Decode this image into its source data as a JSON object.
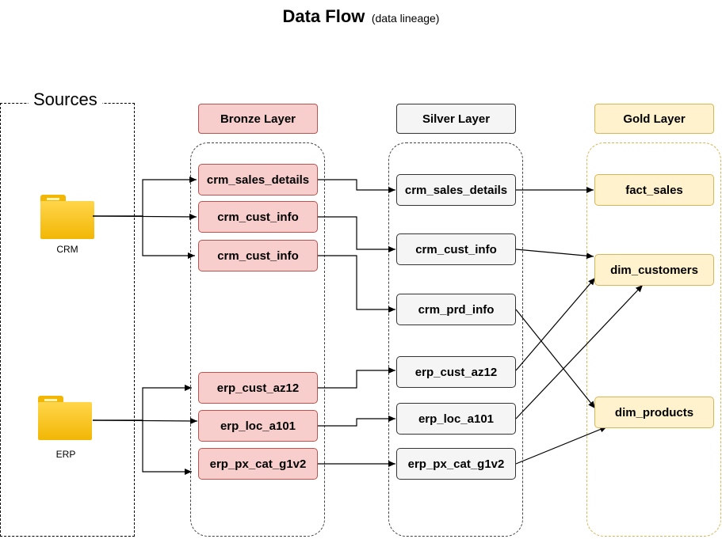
{
  "title": {
    "main": "Data Flow",
    "sub": "(data lineage)"
  },
  "sources": {
    "label": "Sources",
    "items": [
      {
        "name": "CRM",
        "icon": "folder-icon"
      },
      {
        "name": "ERP",
        "icon": "folder-icon"
      }
    ]
  },
  "layers": {
    "bronze": {
      "title": "Bronze Layer",
      "nodes": [
        "crm_sales_details",
        "crm_cust_info",
        "crm_cust_info",
        "erp_cust_az12",
        "erp_loc_a101",
        "erp_px_cat_g1v2"
      ]
    },
    "silver": {
      "title": "Silver Layer",
      "nodes": [
        "crm_sales_details",
        "crm_cust_info",
        "crm_prd_info",
        "erp_cust_az12",
        "erp_loc_a101",
        "erp_px_cat_g1v2"
      ]
    },
    "gold": {
      "title": "Gold Layer",
      "nodes": [
        "fact_sales",
        "dim_customers",
        "dim_products"
      ]
    }
  },
  "colors": {
    "bronze_fill": "#f8cecc",
    "bronze_border": "#b85450",
    "silver_fill": "#f5f5f5",
    "silver_border": "#333333",
    "gold_fill": "#fff2cc",
    "gold_border": "#d6b656",
    "folder": "#f2b705"
  }
}
